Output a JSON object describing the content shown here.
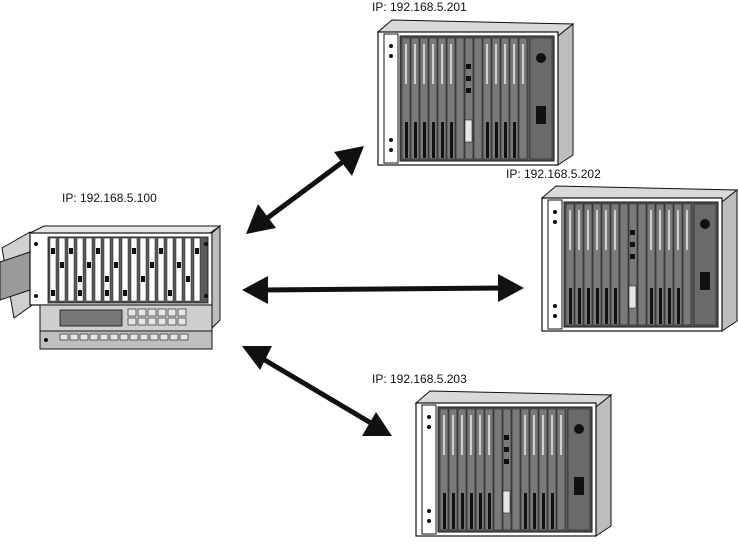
{
  "labels": {
    "main_unit": "IP: 192.168.5.100",
    "remote_1": "IP: 192.168.5.201",
    "remote_2": "IP: 192.168.5.202",
    "remote_3": "IP: 192.168.5.203"
  },
  "connections": [
    "bidirectional",
    "bidirectional",
    "bidirectional"
  ],
  "colors": {
    "line": "#111111",
    "panel": "#5a5a5a",
    "frame": "#ffffff"
  }
}
